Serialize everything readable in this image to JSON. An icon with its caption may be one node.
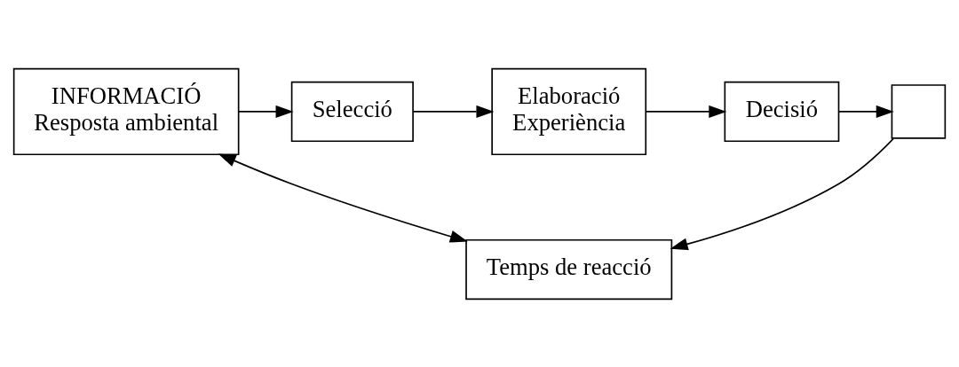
{
  "diagram": {
    "nodes": [
      {
        "text": [
          "INFORMACIÓ",
          "Resposta ambiental"
        ]
      },
      {
        "text": [
          "Selecció"
        ]
      },
      {
        "text": [
          "Elaboració",
          "Experiència"
        ]
      },
      {
        "text": [
          "Decisió"
        ]
      },
      {
        "text": [],
        "shape": "box"
      },
      {
        "text": [
          "Temps de reacció"
        ]
      }
    ],
    "edges": [
      {
        "from": 0,
        "to": 1,
        "arrow": "to"
      },
      {
        "from": 1,
        "to": 2,
        "arrow": "to"
      },
      {
        "from": 2,
        "to": 3,
        "arrow": "to"
      },
      {
        "from": 3,
        "to": 4,
        "arrow": "to"
      },
      {
        "from": 0,
        "to": 5,
        "arrow": "both"
      },
      {
        "from": 4,
        "to": 5,
        "arrow": "to"
      }
    ]
  }
}
